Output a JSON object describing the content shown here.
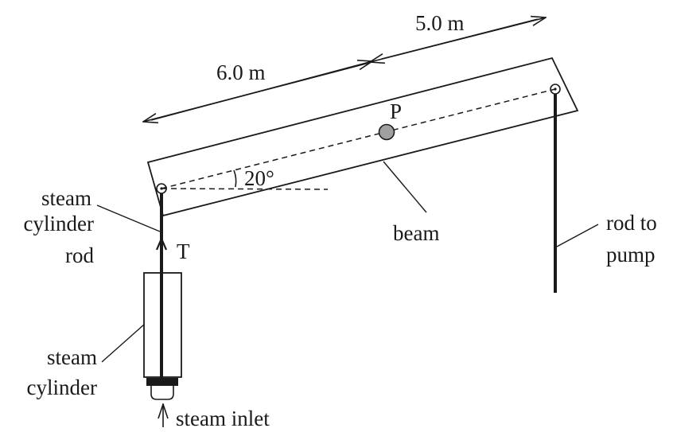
{
  "diagram": {
    "dimensions": {
      "left_span": "6.0 m",
      "right_span": "5.0 m"
    },
    "angle": "20°",
    "pivot_label": "P",
    "tension_label": "T",
    "labels": {
      "steam_cylinder_rod": [
        "steam",
        "cylinder",
        "rod"
      ],
      "beam": "beam",
      "rod_to_pump": [
        "rod to",
        "pump"
      ],
      "steam_cylinder": [
        "steam",
        "cylinder"
      ],
      "steam_inlet": "steam inlet"
    },
    "colors": {
      "ink": "#1a1a1a",
      "pivot_fill": "#a0a0a0"
    }
  }
}
